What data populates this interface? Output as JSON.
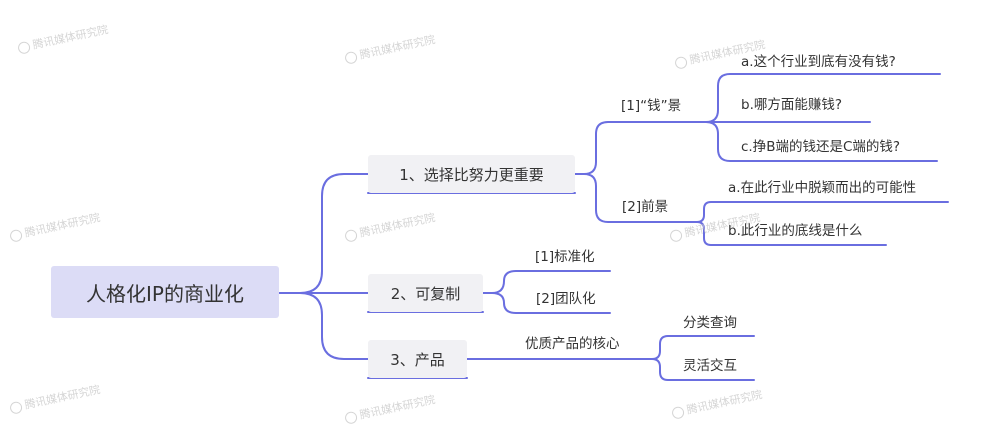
{
  "watermark": "腾讯媒体研究院",
  "mindmap": {
    "root": "人格化IP的商业化",
    "branch1": {
      "label": "1、选择比努力更重要",
      "sub1": {
        "label": "[1]“钱”景",
        "items": [
          "a.这个行业到底有没有钱?",
          "b.哪方面能赚钱?",
          "c.挣B端的钱还是C端的钱?"
        ]
      },
      "sub2": {
        "label": "[2]前景",
        "items": [
          "a.在此行业中脱颖而出的可能性",
          "b.此行业的底线是什么"
        ]
      }
    },
    "branch2": {
      "label": "2、可复制",
      "items": [
        "[1]标准化",
        "[2]团队化"
      ]
    },
    "branch3": {
      "label": "3、产品",
      "sub": {
        "label": "优质产品的核心",
        "items": [
          "分类查询",
          "灵活交互"
        ]
      }
    }
  },
  "colors": {
    "line": "#6a6ee0",
    "root_fill": "#dcdcf6",
    "box_fill": "#f1f1f4"
  }
}
